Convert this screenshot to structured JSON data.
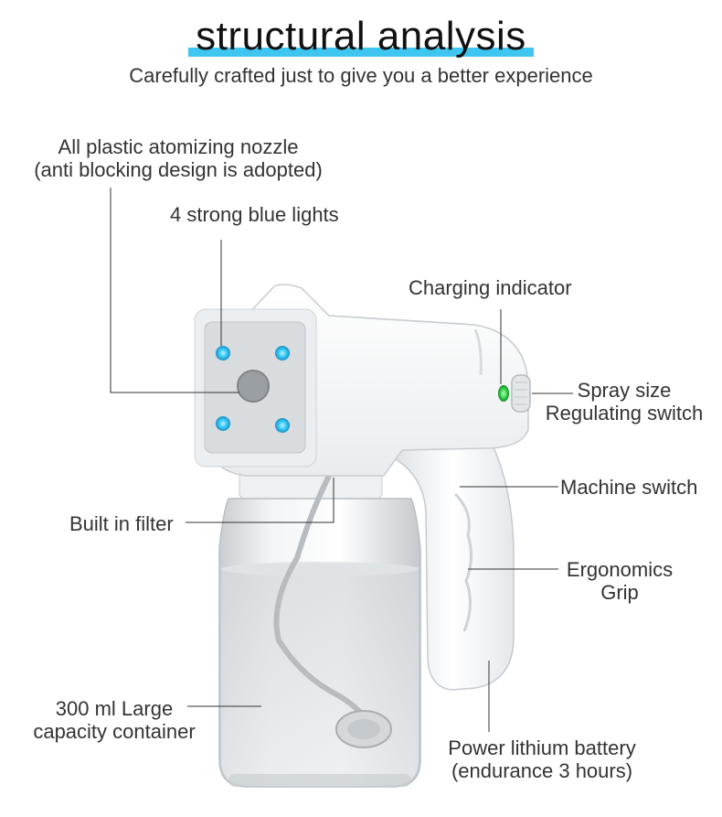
{
  "header": {
    "title": "structural analysis",
    "subtitle": "Carefully crafted just to give you a better experience"
  },
  "labels": {
    "nozzle_line1": "All plastic atomizing nozzle",
    "nozzle_line2": "(anti blocking design is adopted)",
    "blue_lights": "4 strong blue lights",
    "charging": "Charging indicator",
    "spray_line1": "Spray size",
    "spray_line2": "Regulating switch",
    "machine_switch": "Machine switch",
    "grip_line1": "Ergonomics",
    "grip_line2": "Grip",
    "filter": "Built in filter",
    "container_line1": "300 ml Large",
    "container_line2": "capacity container",
    "battery_line1": "Power lithium battery",
    "battery_line2": "(endurance 3 hours)"
  },
  "colors": {
    "accent": "#3ec6f0",
    "led_blue": "#33c8f5",
    "indicator_green": "#2fd24a"
  }
}
